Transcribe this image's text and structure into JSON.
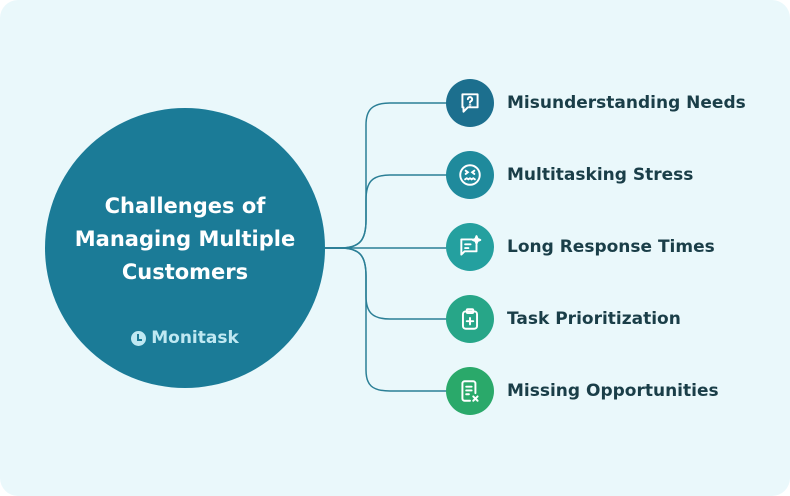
{
  "hub": {
    "title_lines": [
      "Challenges of",
      "Managing Multiple",
      "Customers"
    ],
    "brand": "Monitask"
  },
  "items": [
    {
      "label": "Misunderstanding Needs",
      "icon": "question-chat-icon",
      "color": "#1c6f8e"
    },
    {
      "label": "Multitasking Stress",
      "icon": "stressed-face-icon",
      "color": "#1f8a9c"
    },
    {
      "label": "Long Response Times",
      "icon": "message-sparkle-icon",
      "color": "#24a09f"
    },
    {
      "label": "Task Prioritization",
      "icon": "clipboard-plus-icon",
      "color": "#27a688"
    },
    {
      "label": "Missing Opportunities",
      "icon": "document-x-icon",
      "color": "#2aa96a"
    }
  ],
  "colors": {
    "background": "#eaf8fb",
    "hub": "#1b7b97",
    "line": "#2b7f96",
    "text": "#1a3e48"
  }
}
